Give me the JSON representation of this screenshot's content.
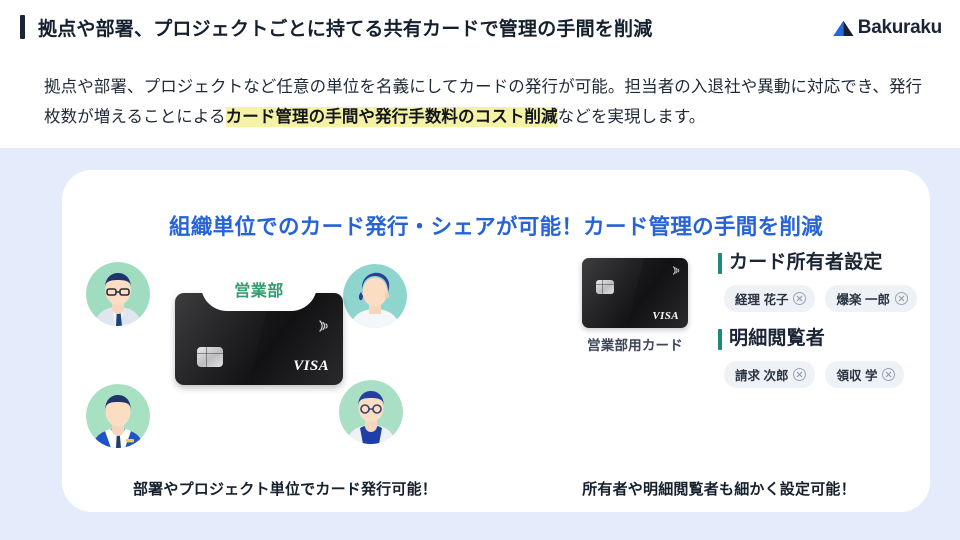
{
  "header": {
    "title": "拠点や部署、プロジェクトごとに持てる共有カードで管理の手間を削減",
    "logo_text": "Bakuraku",
    "logo_icon": "bakuraku-triangle-mark",
    "accent_color": "#1b2535"
  },
  "description": {
    "part1": "拠点や部署、プロジェクトなど任意の単位を名義にしてカードの発行が可能。担当者の入退社や異動に対応でき、発行枚数が増えることによる",
    "highlight": "カード管理の手間や発行手数料のコスト削減",
    "part2": "などを実現します。",
    "highlight_color": "#f6f2a4"
  },
  "panel": {
    "title": "組織単位でのカード発行・シェアが可能！カード管理の手間を削減",
    "title_color": "#2563d6",
    "background_color": "#e4ecfb"
  },
  "left": {
    "card": {
      "department_label": "営業部",
      "department_color": "#2f9e6e",
      "brand": "VISA",
      "chip_icon": "card-chip-icon",
      "contactless_icon": "contactless-wave-icon"
    },
    "avatars": [
      {
        "name": "avatar-person-1",
        "bg": "#9fdcc0"
      },
      {
        "name": "avatar-person-2",
        "bg": "#8ed6cd"
      },
      {
        "name": "avatar-person-3",
        "bg": "#a8e0c2"
      },
      {
        "name": "avatar-person-4",
        "bg": "#a9dfc4"
      }
    ],
    "caption": "部署やプロジェクト単位でカード発行可能！"
  },
  "right": {
    "card": {
      "caption": "営業部用カード",
      "brand": "VISA",
      "chip_icon": "card-chip-icon",
      "contactless_icon": "contactless-wave-icon"
    },
    "sections": [
      {
        "heading": "カード所有者設定",
        "accent_color": "#1b8a7a",
        "tags": [
          "経理 花子",
          "爆楽 一郎"
        ]
      },
      {
        "heading": "明細閲覧者",
        "accent_color": "#1b8a7a",
        "tags": [
          "請求 次郎",
          "領収 学"
        ]
      }
    ],
    "caption": "所有者や明細閲覧者も細かく設定可能！"
  }
}
